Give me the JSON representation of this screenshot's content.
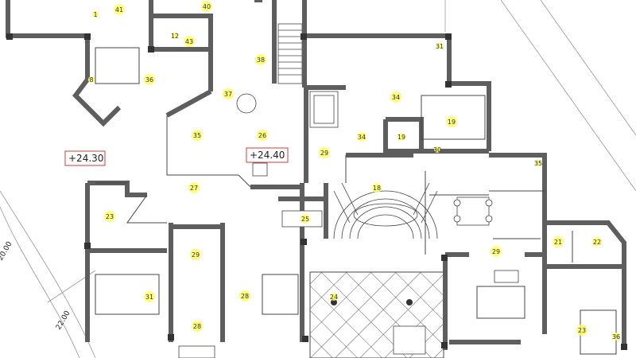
{
  "colors": {
    "wall": "#6b6b6b",
    "wall_dark": "#555555",
    "thin_line": "#444444",
    "label_fill": "#ffff66",
    "terrace_hatch": "#333333",
    "level_box": "#d33b3b",
    "contour": "#999999"
  },
  "levels": {
    "left": "+24.30",
    "center": "+24.40"
  },
  "dimensions": {
    "d1": "20.00",
    "d2": "22.00"
  },
  "rooms": {
    "r41": "41",
    "r40": "40",
    "r43": "43",
    "r12": "12",
    "r38": "38",
    "r36": "36",
    "r37": "37",
    "r8": "8",
    "r35": "35",
    "r26": "26",
    "r34": "34",
    "r31": "31",
    "r29a": "29",
    "r34b": "34",
    "r19a": "19",
    "r19b": "19",
    "r30": "30",
    "r35b": "35",
    "r18": "18",
    "r27": "27",
    "r23": "23",
    "r25": "25",
    "r29b": "29",
    "r28": "28",
    "r29c": "29",
    "r21": "21",
    "r22": "22",
    "r31b": "31",
    "r28b": "28",
    "r24": "24",
    "r23b": "23",
    "r36b": "36",
    "r1": "1"
  }
}
